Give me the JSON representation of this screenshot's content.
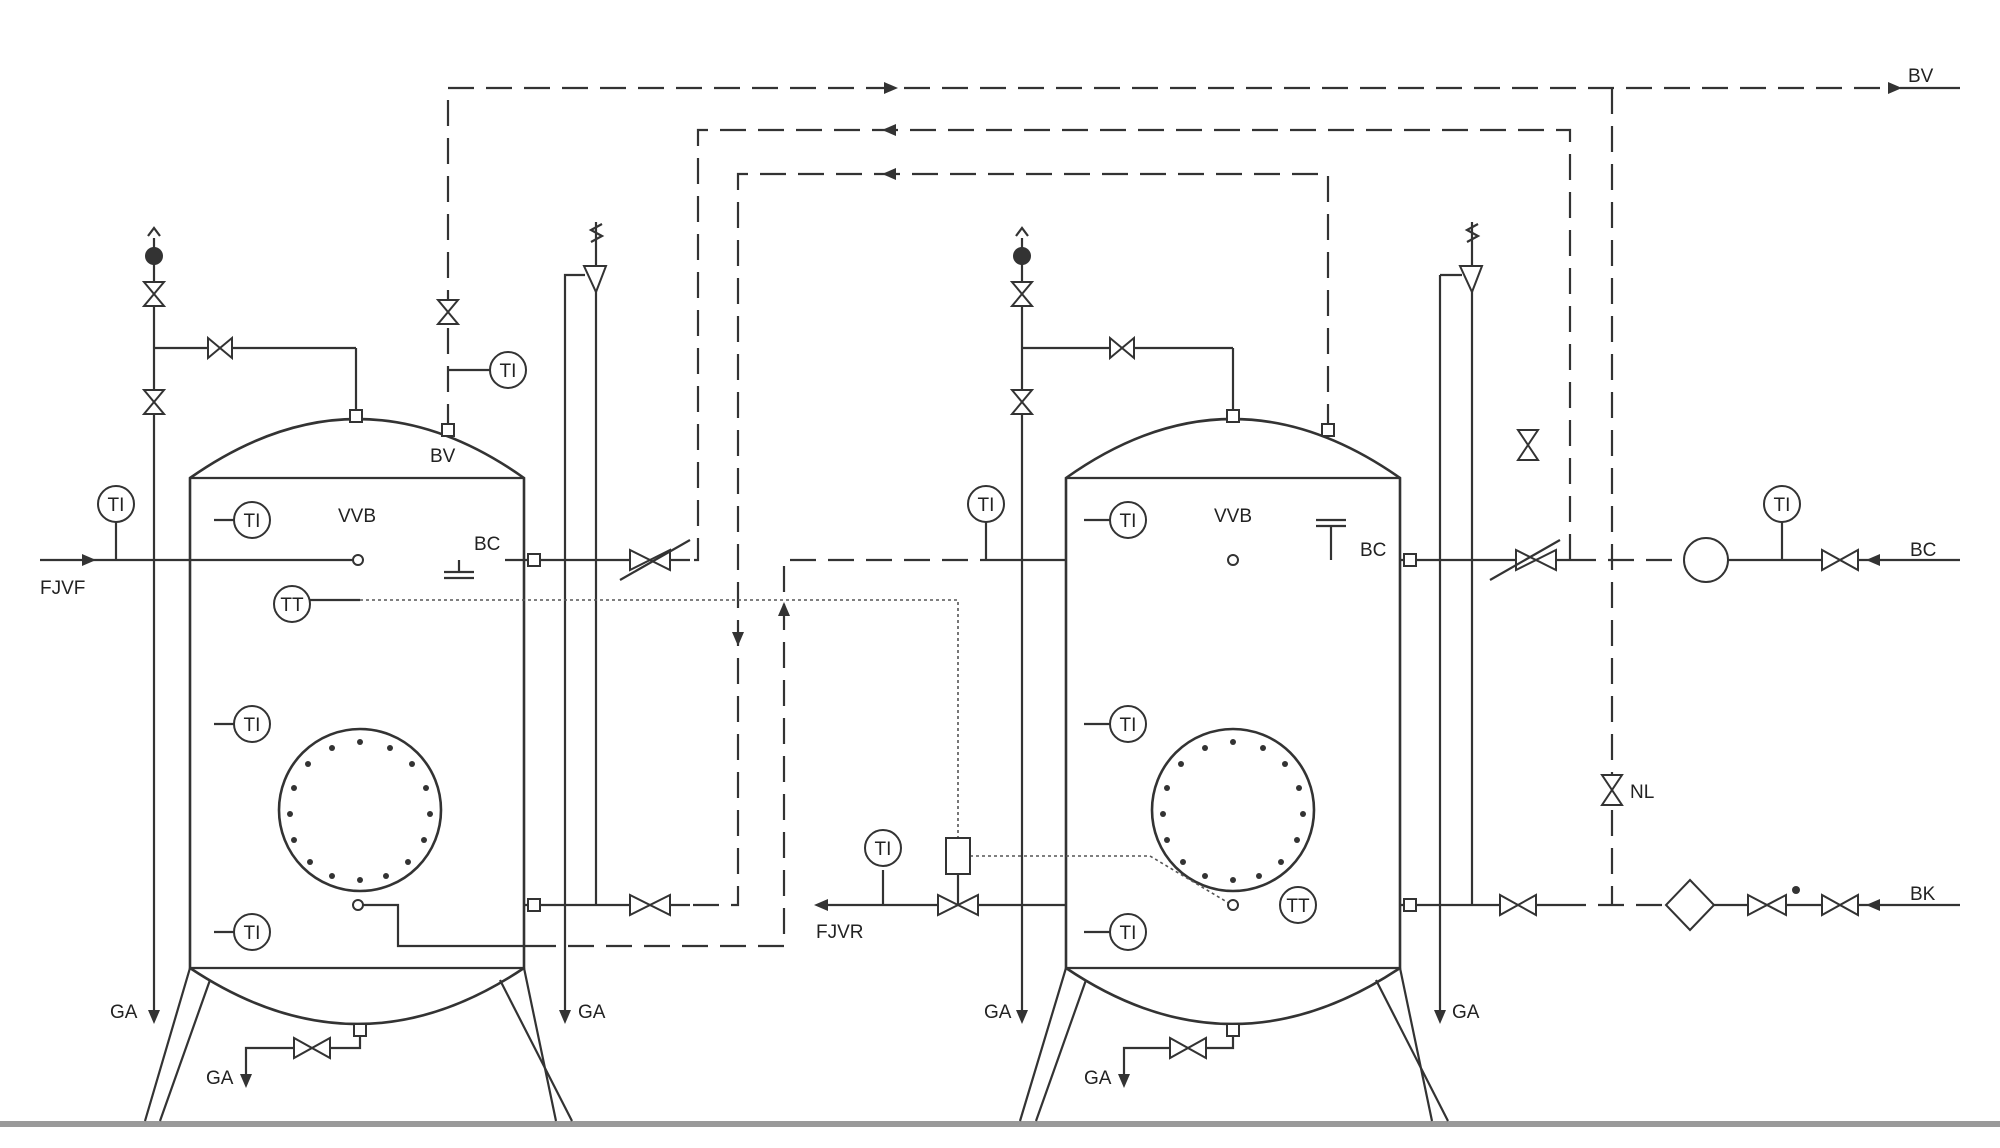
{
  "diagram": {
    "vessel_1": {
      "label": "VVB",
      "outlet_label": "BC",
      "vent_label": "BV"
    },
    "vessel_2": {
      "label": "VVB",
      "outlet_label": "BC"
    },
    "lines": {
      "bv_out": "BV",
      "bc_out": "BC",
      "bk_in": "BK",
      "fjvf": "FJVF",
      "fjvr": "FJVR",
      "nl": "NL"
    },
    "drain_label": "GA",
    "instruments": {
      "temp_indicator": "TI",
      "temp_transmitter": "TT"
    }
  }
}
